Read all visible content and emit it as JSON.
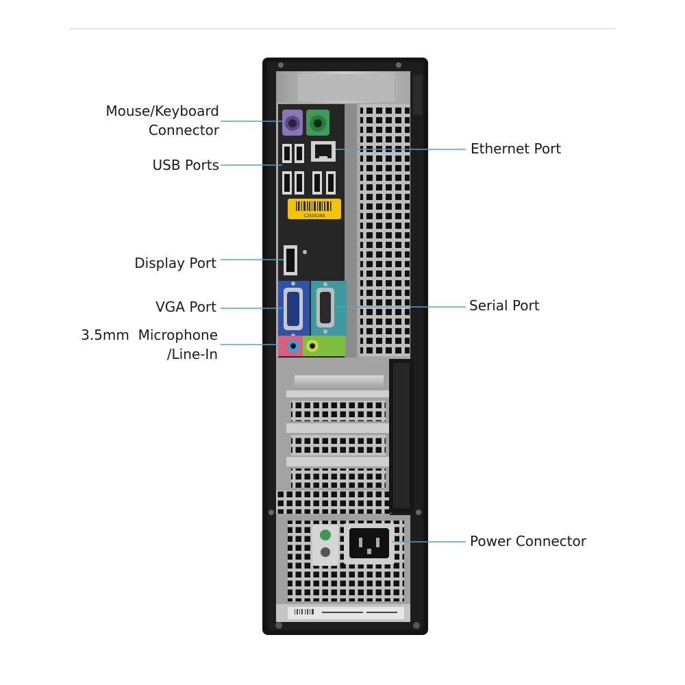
{
  "labels": {
    "mouse_keyboard_line1": "Mouse/Keyboard",
    "mouse_keyboard_line2": "Connector",
    "usb_ports": "USB Ports",
    "display_port": "Display Port",
    "vga_port": "VGA Port",
    "microphone_line1": "3.5mm  Microphone",
    "microphone_line2": "/Line-In",
    "ethernet_port": "Ethernet Port",
    "serial_port": "Serial Port",
    "power_connector": "Power Connector"
  },
  "sticker": {
    "code": "C2505288"
  },
  "colors": {
    "leader_line": "#4aa8c0",
    "case_body": "#141414",
    "metal_panel": "#b3b3b3",
    "io_plate": "#2b2b2b",
    "sticker": "#f2c500",
    "ps2_mouse": "#9b7fc0",
    "ps2_keyboard": "#4a9e5c",
    "vga_block": "#2f53a8",
    "serial_block": "#3f9aa0",
    "audio_block": "#7fbf3f"
  }
}
